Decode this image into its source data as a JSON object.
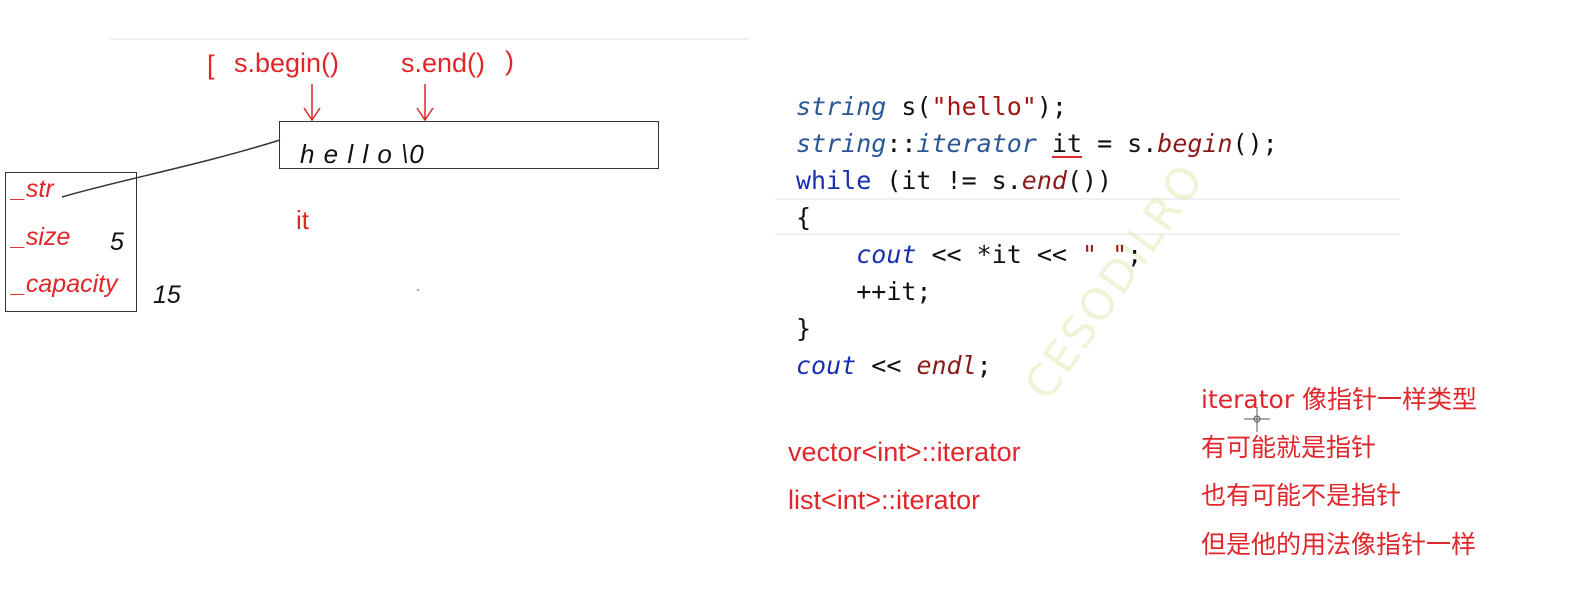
{
  "diagram": {
    "labels": {
      "bracket_open": "[",
      "begin_label": "s.begin()",
      "end_label": "s.end()",
      "bracket_close": ")",
      "string_content": "h e l l o \\0",
      "it_label": "it"
    },
    "struct": {
      "field_str": "_str",
      "field_size": "_size",
      "size_value": "5",
      "field_capacity": "_capacity",
      "capacity_value": "15"
    },
    "colors": {
      "annotation_red": "#e0262b",
      "type_blue": "#2b5797",
      "keyword_blue": "#1a2fb0",
      "function_dark_red": "#8b1a1a",
      "string_red": "#a31515"
    }
  },
  "code": {
    "line1": {
      "type": "string",
      "rest": " s(",
      "str": "\"hello\"",
      "end": ");"
    },
    "line2": {
      "type": "string",
      "sep": "::",
      "type2": "iterator",
      "sp": " ",
      "var": "it",
      "mid": " = s.",
      "fn": "begin",
      "end": "();"
    },
    "line3": {
      "kw": "while",
      "mid": " (it != s.",
      "fn": "end",
      "end": "())"
    },
    "line4": {
      "text": "{"
    },
    "line5": {
      "indent": "    ",
      "fn": "cout",
      "mid": " << *it << ",
      "str": "\" \"",
      "end": ";"
    },
    "line6": {
      "indent": "    ",
      "text": "++it;"
    },
    "line7": {
      "text": "}"
    },
    "line8": {
      "fn": "cout",
      "mid": " << ",
      "fn2": "endl",
      "end": ";"
    }
  },
  "notes": {
    "vector_iterator": "vector<int>::iterator",
    "list_iterator": "list<int>::iterator",
    "note1": "iterator 像指针一样类型",
    "note2": "有可能就是指针",
    "note3": "也有可能不是指针",
    "note4": "但是他的用法像指针一样"
  },
  "watermark": "CESODILRO"
}
